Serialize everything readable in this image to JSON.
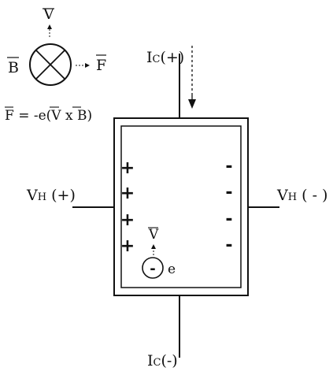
{
  "legend": {
    "v_label": "V",
    "b_label": "B",
    "f_label": "F",
    "eq": {
      "f": "F",
      "eq_text": " = -e(",
      "v": "V",
      "x_text": " x ",
      "b": "B",
      "close": ")"
    }
  },
  "current": {
    "ic_pos_prefix": "I",
    "ic_pos_sub": "C",
    "ic_pos_suffix": "(+)",
    "ic_neg_prefix": "I",
    "ic_neg_sub": "C",
    "ic_neg_suffix": "(-)"
  },
  "hall": {
    "vh_pos_prefix": "V",
    "vh_pos_sub": "H",
    "vh_pos_suffix": " (+)",
    "vh_neg_prefix": "V",
    "vh_neg_sub": "H",
    "vh_neg_suffix": " ( - )"
  },
  "charges": {
    "plus": [
      "+",
      "+",
      "+",
      "+"
    ],
    "minus": [
      "-",
      "-",
      "-",
      "-"
    ]
  },
  "electron": {
    "symbol": "-",
    "label": "e",
    "v_label": "V"
  }
}
